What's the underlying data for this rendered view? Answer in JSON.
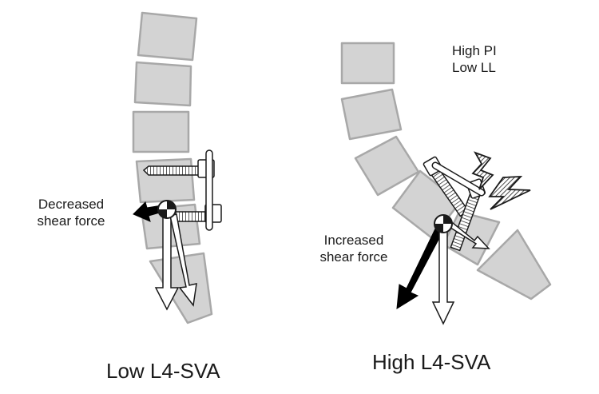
{
  "left_panel": {
    "shear_label_line1": "Decreased",
    "shear_label_line2": "shear force",
    "caption": "Low L4-SVA"
  },
  "right_panel": {
    "params_line1": "High PI",
    "params_line2": "Low LL",
    "shear_label_line1": "Increased",
    "shear_label_line2": "shear force",
    "caption": "High L4-SVA"
  },
  "colors": {
    "vertebra_fill": "#d3d3d3",
    "vertebra_stroke": "#a8a8a8",
    "outline": "#1a1a1a",
    "shear_arrow": "#000000",
    "vertical_arrow": "#ffffff"
  }
}
